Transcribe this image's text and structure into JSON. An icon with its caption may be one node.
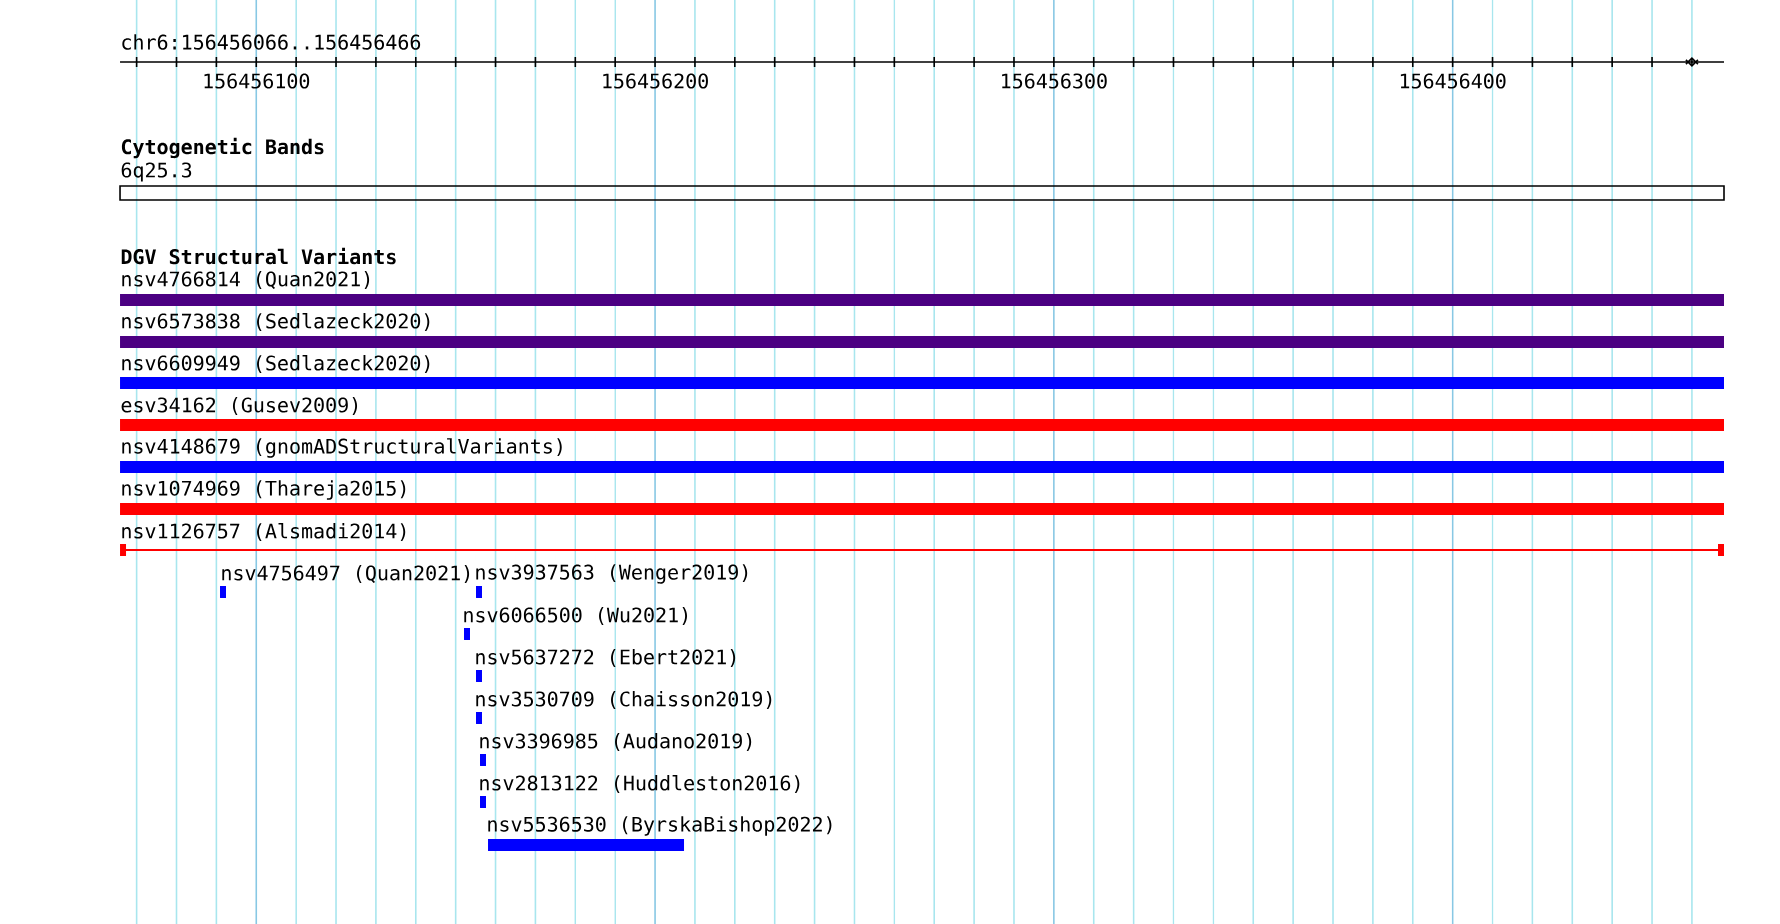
{
  "diagram": {
    "nodes": [
      {
        "text": [
          "6q25.3"
        ]
      },
      {
        "text": [
          "nsv4766814 (Quan2021)"
        ]
      },
      {
        "text": [
          "nsv6573838 (Sedlazeck2020)"
        ]
      },
      {
        "text": [
          "nsv6609949 (Sedlazeck2020)"
        ]
      },
      {
        "text": [
          "esv34162 (Gusev2009)"
        ]
      },
      {
        "text": [
          "nsv4148679 (gnomADStructuralVariants)"
        ]
      },
      {
        "text": [
          "nsv1074969 (Thareja2015)"
        ]
      },
      {
        "text": [
          "nsv1126757 (Alsmadi2014)"
        ]
      },
      {
        "text": [
          "nsv4756497 (Quan2021)"
        ]
      },
      {
        "text": [
          "nsv3937563 (Wenger2019)"
        ]
      },
      {
        "text": [
          "nsv6066500 (Wu2021)"
        ]
      },
      {
        "text": [
          "nsv5637272 (Ebert2021)"
        ]
      },
      {
        "text": [
          "nsv3530709 (Chaisson2019)"
        ]
      },
      {
        "text": [
          "nsv3396985 (Audano2019)"
        ]
      },
      {
        "text": [
          "nsv2813122 (Huddleston2016)"
        ]
      },
      {
        "text": [
          "nsv5536530 (ByrskaBishop2022)"
        ]
      }
    ],
    "labels": [
      "chr6:156456066..156456466",
      "156456100",
      "156456200",
      "156456300",
      "156456400",
      "Cytogenetic Bands",
      "DGV Structural Variants"
    ]
  }
}
